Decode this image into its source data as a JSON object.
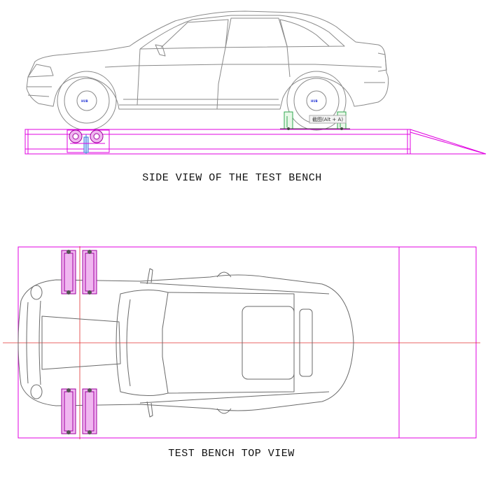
{
  "captions": {
    "side_view": "SIDE VIEW OF THE TEST BENCH",
    "top_view": "TEST BENCH TOP VIEW"
  },
  "tooltip": {
    "label": "截图(Alt + A)"
  },
  "hub_label": "HUB",
  "colors": {
    "bench": "#e000e0",
    "car_outline": "#8a8a8a",
    "centerline": "#e03030",
    "hub_text": "#2a3bd6",
    "roller_fill": "#f0b6f0",
    "green_part": "#2fa84f",
    "blue_part": "#3b7bd6"
  }
}
